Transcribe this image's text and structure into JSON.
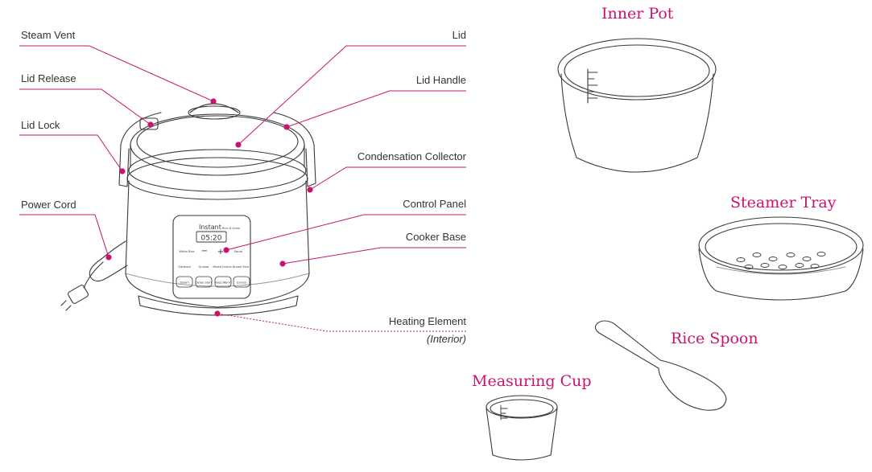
{
  "accent_color": "#c8146e",
  "callouts": {
    "steam_vent": "Steam Vent",
    "lid_release": "Lid Release",
    "lid_lock": "Lid Lock",
    "power_cord": "Power Cord",
    "lid": "Lid",
    "lid_handle": "Lid Handle",
    "condensation_collector": "Condensation Collector",
    "control_panel": "Control Panel",
    "cooker_base": "Cooker Base",
    "heating_element": "Heating Element",
    "heating_element_note": "(Interior)"
  },
  "accessories": {
    "inner_pot": "Inner Pot",
    "steamer_tray": "Steamer Tray",
    "rice_spoon": "Rice Spoon",
    "measuring_cup": "Measuring Cup"
  },
  "control_panel": {
    "brand": "Instant",
    "brand_sub": "Rice & Grain",
    "display": "05:20",
    "minus": "−",
    "plus": "+",
    "buttons_row1": [
      "White Rice",
      "Saute"
    ],
    "buttons_row2": [
      "Oatmeal",
      "Quinoa",
      "Mixed Grains",
      "Brown Rice"
    ],
    "buttons_row3": [
      "Steam",
      "Delay Start",
      "Keep Warm",
      "Cancel"
    ]
  }
}
